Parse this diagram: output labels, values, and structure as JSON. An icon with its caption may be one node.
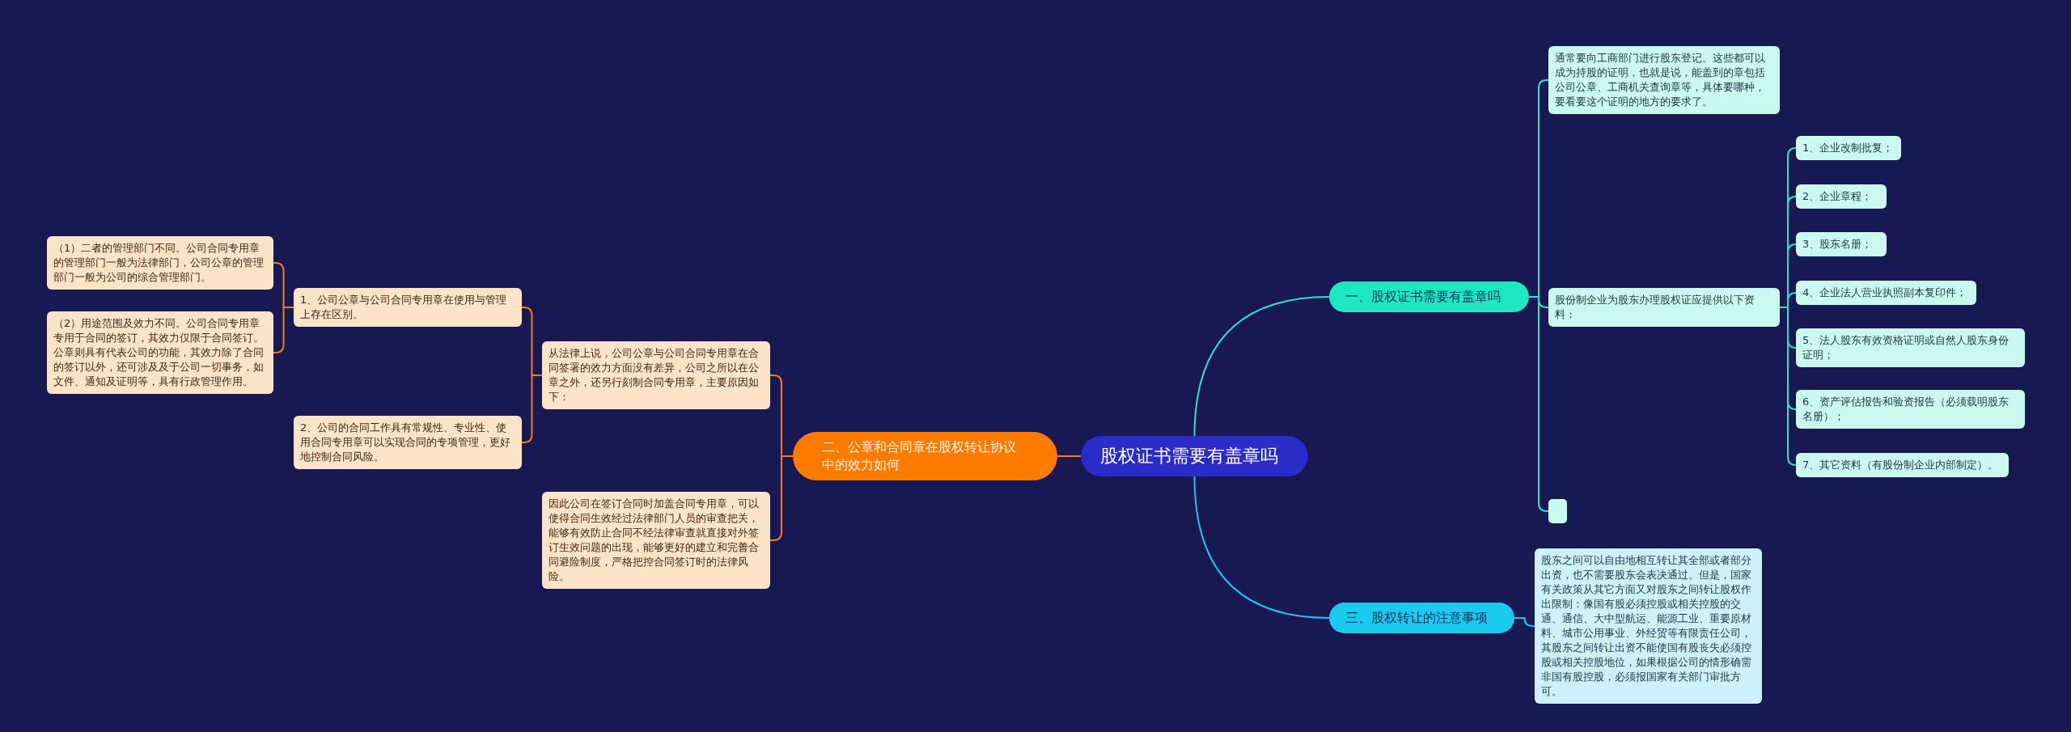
{
  "diagram": {
    "nodes": [
      {
        "text": [
          "股权证书需要有盖章吗"
        ]
      },
      {
        "text": [
          "一、股权证书需要有盖章吗"
        ]
      },
      {
        "text": [
          "通常要向工商部门进行股东登记。这些都可以成为持股的证明，也就是说，能盖到的章包括公司公章、工商机关查询章等，具体要哪种，要看要这个证明的地方的要求了。"
        ]
      },
      {
        "text": [
          "股份制企业为股东办理股权证应提供以下资料："
        ]
      },
      {
        "text": [
          "1、企业改制批复；"
        ]
      },
      {
        "text": [
          "2、企业章程；"
        ]
      },
      {
        "text": [
          "3、股东名册；"
        ]
      },
      {
        "text": [
          "4、企业法人营业执照副本复印件；"
        ]
      },
      {
        "text": [
          "5、法人股东有效资格证明或自然人股东身份证明；"
        ]
      },
      {
        "text": [
          "6、资产评估报告和验资报告（必须载明股东名册）；"
        ]
      },
      {
        "text": [
          "7、其它资料（有股份制企业内部制定）。"
        ]
      },
      {
        "text": [],
        "shape": "box"
      },
      {
        "text": [
          "二、公章和合同章在股权转让协议中的效力如何"
        ]
      },
      {
        "text": [
          "从法律上说，公司公章与公司合同专用章在合同签署的效力方面没有差异，公司之所以在公章之外，还另行刻制合同专用章，主要原因如下："
        ]
      },
      {
        "text": [
          "1、公司公章与公司合同专用章在使用与管理上存在区别。"
        ]
      },
      {
        "text": [
          "2、公司的合同工作具有常规性、专业性、使用合同专用章可以实现合同的专项管理，更好地控制合同风险。"
        ]
      },
      {
        "text": [
          "（1）二者的管理部门不同。公司合同专用章的管理部门一般为法律部门，公司公章的管理部门一般为公司的综合管理部门。"
        ]
      },
      {
        "text": [
          "（2）用途范围及效力不同。公司合同专用章专用于合同的签订，其效力仅限于合同签订。公章则具有代表公司的功能，其效力除了合同的签订以外，还可涉及及于公司一切事务，如文件、通知及证明等，具有行政管理作用。"
        ]
      },
      {
        "text": [
          "因此公司在签订合同时加盖合同专用章，可以使得合同生效经过法律部门人员的审查把关，能够有效防止合同不经法律审查就直接对外签订生效问题的出现，能够更好的建立和完善合同避险制度，严格把控合同签订时的法律风险。"
        ]
      },
      {
        "text": [
          "三、股权转让的注意事项"
        ]
      },
      {
        "text": [
          "股东之间可以自由地相互转让其全部或者部分出资，也不需要股东会表决通过。但是，国家有关政策从其它方面又对股东之间转让股权作出限制：像国有股必须控股或相关控股的交通、通信、大中型航运、能源工业、重要原材料、城市公用事业、外经贸等有限责任公司，其股东之间转让出资不能使国有股丧失必须控股或相关控股地位，如果根据公司的情形确需非国有股控股，必须报国家有关部门审批方可。"
        ]
      }
    ],
    "edges": [
      {
        "from": 0,
        "to": 1,
        "arrow": "none"
      },
      {
        "from": 1,
        "to": 2,
        "arrow": "none"
      },
      {
        "from": 1,
        "to": 3,
        "arrow": "none"
      },
      {
        "from": 1,
        "to": 11,
        "arrow": "none"
      },
      {
        "from": 3,
        "to": 4,
        "arrow": "none"
      },
      {
        "from": 3,
        "to": 5,
        "arrow": "none"
      },
      {
        "from": 3,
        "to": 6,
        "arrow": "none"
      },
      {
        "from": 3,
        "to": 7,
        "arrow": "none"
      },
      {
        "from": 3,
        "to": 8,
        "arrow": "none"
      },
      {
        "from": 3,
        "to": 9,
        "arrow": "none"
      },
      {
        "from": 3,
        "to": 10,
        "arrow": "none"
      },
      {
        "from": 0,
        "to": 12,
        "arrow": "none",
        "color": "#f47b20"
      },
      {
        "from": 12,
        "to": 13,
        "arrow": "none",
        "color": "#f47b20"
      },
      {
        "from": 12,
        "to": 18,
        "arrow": "none",
        "color": "#f47b20"
      },
      {
        "from": 13,
        "to": 14,
        "arrow": "none",
        "color": "#f47b20"
      },
      {
        "from": 13,
        "to": 15,
        "arrow": "none",
        "color": "#f47b20"
      },
      {
        "from": 14,
        "to": 16,
        "arrow": "none",
        "color": "#f47b20"
      },
      {
        "from": 14,
        "to": 17,
        "arrow": "none",
        "color": "#f47b20"
      },
      {
        "from": 0,
        "to": 19,
        "arrow": "none",
        "color": "#1cc6ea"
      },
      {
        "from": 19,
        "to": 20,
        "arrow": "none",
        "color": "#1cc6ea"
      }
    ]
  }
}
